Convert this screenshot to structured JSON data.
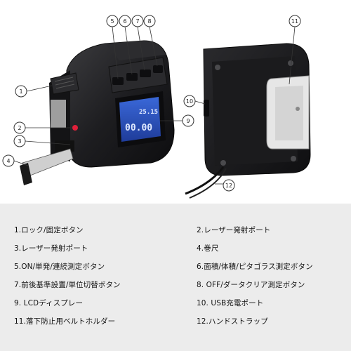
{
  "callouts": [
    "1",
    "2",
    "3",
    "4",
    "5",
    "6",
    "7",
    "8",
    "9",
    "10",
    "11",
    "12"
  ],
  "screen": {
    "small": "25.15",
    "big": "00.00"
  },
  "legend": {
    "items": [
      "1.ロック/固定ボタン",
      "2.レーザー発射ポート",
      "3.レーザー発射ポート",
      "4.巻尺",
      "5.ON/単発/連続測定ボタン",
      "6.面積/体積/ピタゴラス測定ボタン",
      "7.前後基準設置/単位切替ボタン",
      "8. OFF/ダータクリア測定ボタン",
      "9. LCDディスプレー",
      "10. USB充電ポート",
      "11.落下防止用ベルトホルダー",
      "12.ハンドストラップ"
    ]
  },
  "colors": {
    "body": "#1c1c1e",
    "body_light": "#3a3a3d",
    "screen": "#2b4fb8",
    "laser": "#e0203a",
    "legend_bg": "#ececec"
  }
}
